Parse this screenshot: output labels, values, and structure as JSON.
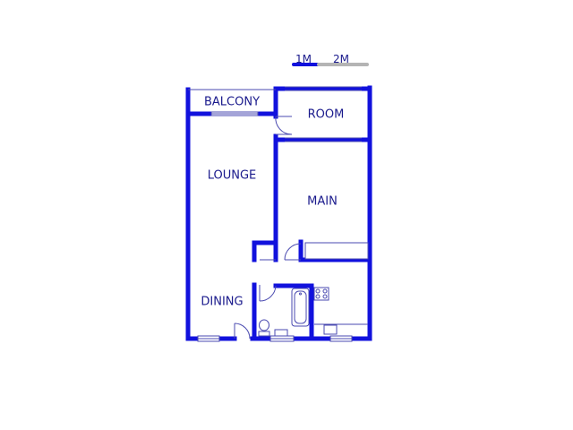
{
  "plan": {
    "wall_color": "#1111dd",
    "label_color": "#1a1a8c",
    "fixture_color": "#4a4ab0",
    "scale": {
      "label_1": "1M",
      "label_2": "2M",
      "color_1": "#1111dd",
      "color_2": "#b4b4b4"
    },
    "rooms": {
      "balcony": "BALCONY",
      "room": "ROOM",
      "lounge": "LOUNGE",
      "main": "MAIN",
      "dining": "DINING"
    }
  }
}
